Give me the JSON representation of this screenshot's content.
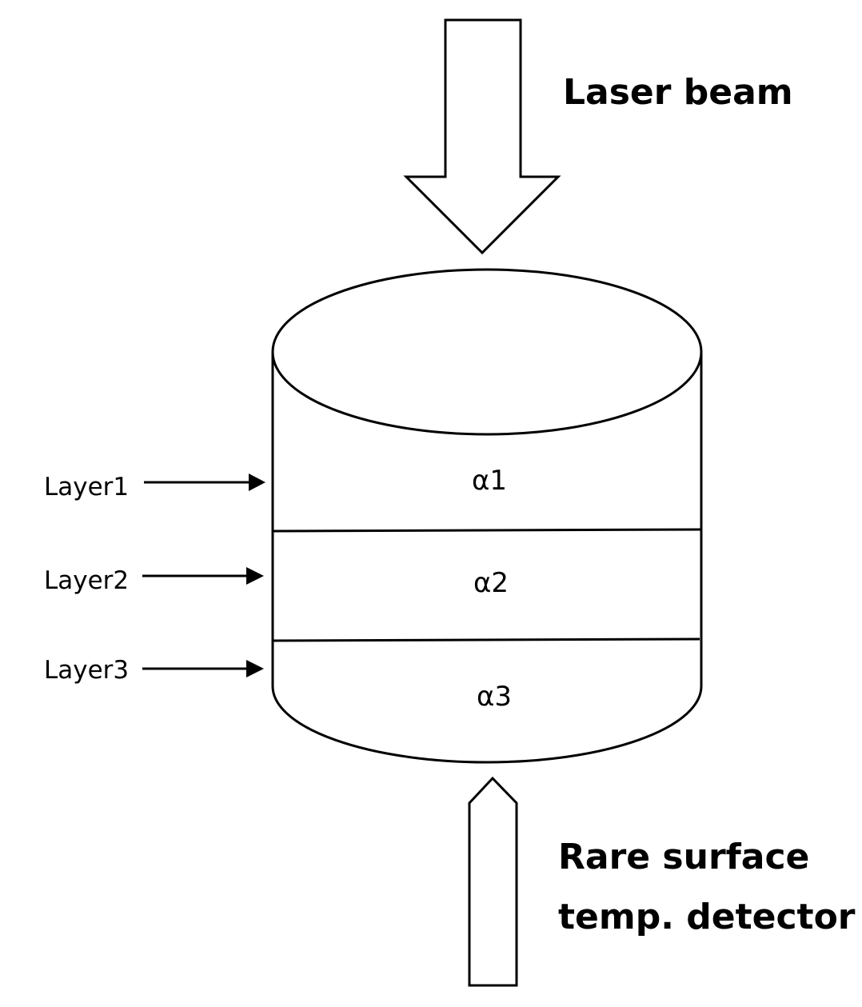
{
  "labels": {
    "laser_beam": "Laser beam",
    "detector_line1": "Rare surface",
    "detector_line2": "temp. detector"
  },
  "layers": [
    {
      "name": "Layer1",
      "alpha": "α1"
    },
    {
      "name": "Layer2",
      "alpha": "α2"
    },
    {
      "name": "Layer3",
      "alpha": "α3"
    }
  ],
  "colors": {
    "stroke": "#000000",
    "fill": "#ffffff"
  }
}
